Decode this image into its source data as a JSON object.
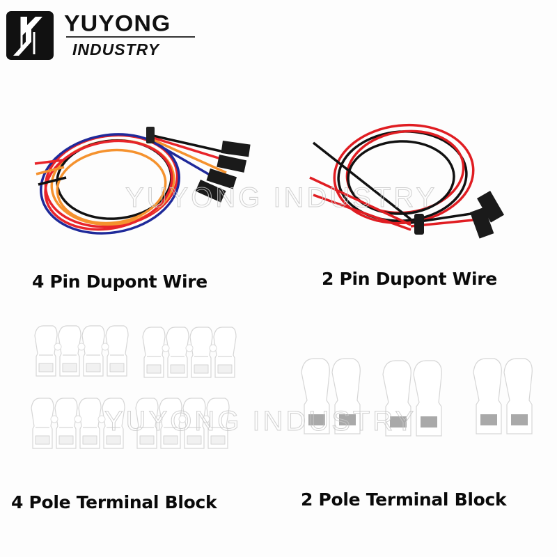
{
  "brand": {
    "name": "YUYONG",
    "subtitle": "INDUSTRY",
    "logo_icon": "yuyong-logo-icon"
  },
  "watermark": "YUYONG INDUSTRY",
  "products": [
    {
      "id": "4pin-wire",
      "caption": "4 Pin Dupont Wire",
      "wire_colors": [
        "#e8242a",
        "#f5922e",
        "#1f2a9a",
        "#111111"
      ]
    },
    {
      "id": "2pin-wire",
      "caption": "2 Pin Dupont Wire",
      "wire_colors": [
        "#e01d22",
        "#111111"
      ]
    },
    {
      "id": "4pole-block",
      "caption": "4 Pole Terminal Block",
      "quantity_shown": 4,
      "color": "#ffffff"
    },
    {
      "id": "2pole-block",
      "caption": "2 Pole Terminal Block",
      "quantity_shown": 3,
      "color": "#ffffff"
    }
  ]
}
